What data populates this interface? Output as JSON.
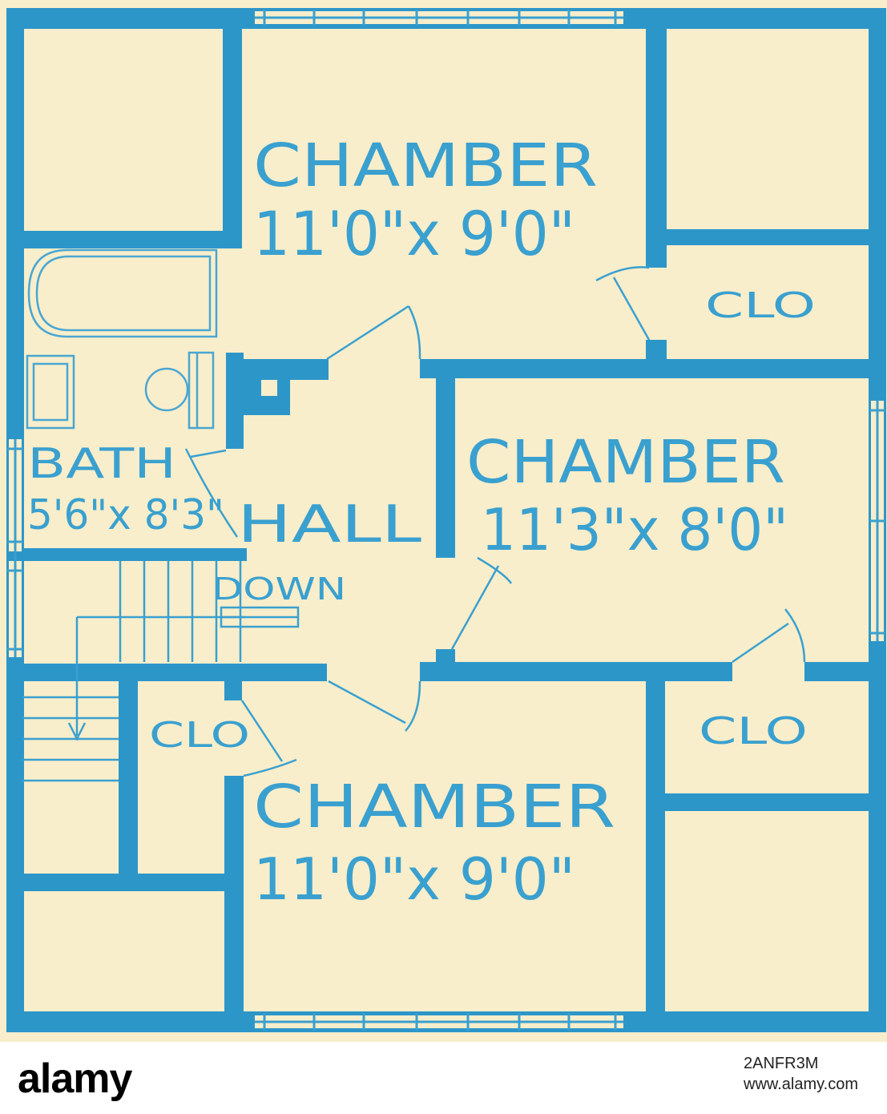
{
  "colors": {
    "paper": "#f8eecb",
    "wall": "#2d96c9",
    "ink": "#3aa0cf",
    "fixture": "#4aa6d2"
  },
  "rooms": {
    "chamber_top": {
      "name": "CHAMBER",
      "size": "11'0\"x 9'0\""
    },
    "chamber_right": {
      "name": "CHAMBER",
      "size": "11'3\"x 8'0\""
    },
    "chamber_bottom": {
      "name": "CHAMBER",
      "size": "11'0\"x 9'0\""
    },
    "bath": {
      "name": "BATH",
      "size": "5'6\"x 8'3\""
    },
    "hall": {
      "name": "HALL"
    },
    "stairs": {
      "label": "DOWN"
    },
    "closet_top_right": {
      "name": "CLO"
    },
    "closet_bottom_right": {
      "name": "CLO"
    },
    "closet_bottom_left": {
      "name": "CLO"
    }
  },
  "watermark": {
    "logo": "alamy",
    "image_id": "2ANFR3M",
    "site": "www.alamy.com"
  }
}
